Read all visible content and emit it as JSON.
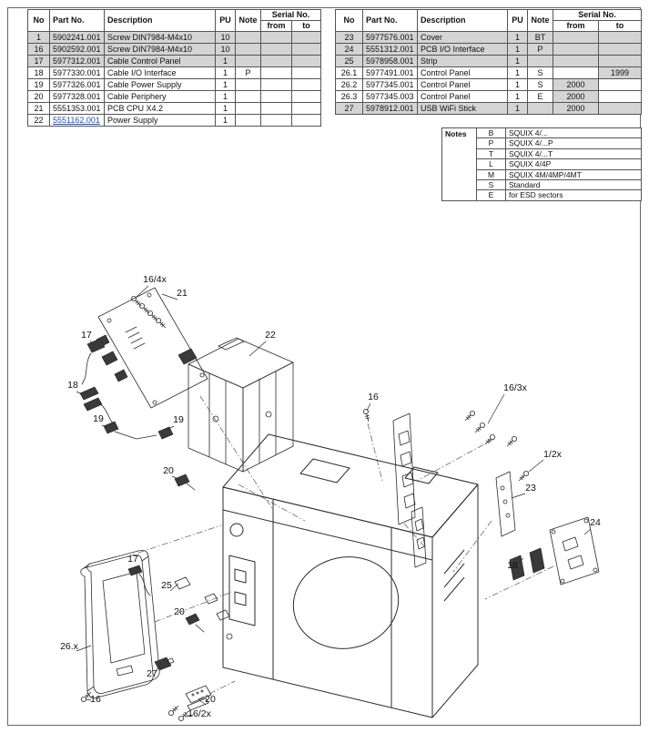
{
  "page": {
    "accent_blue": "#1d4fc4",
    "shaded_row_color": "#d4d4d4"
  },
  "columns": {
    "no": "No",
    "part": "Part No.",
    "desc": "Description",
    "pu": "PU",
    "note": "Note",
    "serial": "Serial No.",
    "from": "from",
    "to": "to"
  },
  "left_table": {
    "rows": [
      {
        "no": "1",
        "part": "5902241.001",
        "desc": "Screw DIN7984-M4x10",
        "pu": "10",
        "note": "",
        "from": "",
        "to": "",
        "shaded": true
      },
      {
        "no": "16",
        "part": "5902592.001",
        "desc": "Screw DIN7984-M4x10",
        "pu": "10",
        "note": "",
        "from": "",
        "to": "",
        "shaded": true
      },
      {
        "no": "17",
        "part": "5977312.001",
        "desc": "Cable Control Panel",
        "pu": "1",
        "note": "",
        "from": "",
        "to": "",
        "shaded": true
      },
      {
        "no": "18",
        "part": "5977330.001",
        "desc": "Cable I/O Interface",
        "pu": "1",
        "note": "P",
        "from": "",
        "to": ""
      },
      {
        "no": "19",
        "part": "5977326.001",
        "desc": "Cable Power Supply",
        "pu": "1",
        "note": "",
        "from": "",
        "to": ""
      },
      {
        "no": "20",
        "part": "5977328.001",
        "desc": "Cable Periphery",
        "pu": "1",
        "note": "",
        "from": "",
        "to": ""
      },
      {
        "no": "21",
        "part": "5551353.001",
        "desc": "PCB CPU X4.2",
        "pu": "1",
        "note": "",
        "from": "",
        "to": ""
      },
      {
        "no": "22",
        "part": "5551162.001",
        "desc": "Power Supply",
        "pu": "1",
        "note": "",
        "from": "",
        "to": "",
        "highlight": true
      }
    ]
  },
  "right_table": {
    "rows": [
      {
        "no": "23",
        "part": "5977576.001",
        "desc": "Cover",
        "pu": "1",
        "note": "BT",
        "from": "",
        "to": "",
        "shaded": true
      },
      {
        "no": "24",
        "part": "5551312.001",
        "desc": "PCB I/O Interface",
        "pu": "1",
        "note": "P",
        "from": "",
        "to": "",
        "shaded": true
      },
      {
        "no": "25",
        "part": "5978958.001",
        "desc": "Strip",
        "pu": "1",
        "note": "",
        "from": "",
        "to": "",
        "shaded": true
      },
      {
        "no": "26.1",
        "part": "5977491.001",
        "desc": "Control Panel",
        "pu": "1",
        "note": "S",
        "from": "",
        "to": "1999",
        "to_shaded": true
      },
      {
        "no": "26.2",
        "part": "5977345.001",
        "desc": "Control Panel",
        "pu": "1",
        "note": "S",
        "from": "2000",
        "to": "",
        "from_shaded": true
      },
      {
        "no": "26.3",
        "part": "5977345.003",
        "desc": "Control Panel",
        "pu": "1",
        "note": "E",
        "from": "2000",
        "to": "",
        "from_shaded": true
      },
      {
        "no": "27",
        "part": "5978912.001",
        "desc": "USB WiFi Stick",
        "pu": "1",
        "note": "",
        "from": "2000",
        "to": "",
        "shaded": true
      }
    ]
  },
  "notes_table": {
    "title": "Notes",
    "rows": [
      {
        "code": "B",
        "text": "SQUIX 4/..."
      },
      {
        "code": "P",
        "text": "SQUIX 4/...P"
      },
      {
        "code": "T",
        "text": "SQUIX 4/...T"
      },
      {
        "code": "L",
        "text": "SQUIX 4/4P"
      },
      {
        "code": "M",
        "text": "SQUIX 4M/4MP/4MT"
      },
      {
        "code": "S",
        "text": "Standard"
      },
      {
        "code": "E",
        "text": "for ESD sectors"
      }
    ]
  },
  "diagram": {
    "callouts": [
      "16/4x",
      "21",
      "17",
      "18",
      "19",
      "19",
      "20",
      "22",
      "16",
      "16/3x",
      "1/2x",
      "23",
      "24",
      "18",
      "17",
      "25",
      "20",
      "26.x",
      "27",
      "16",
      "20",
      "16/2x"
    ]
  }
}
